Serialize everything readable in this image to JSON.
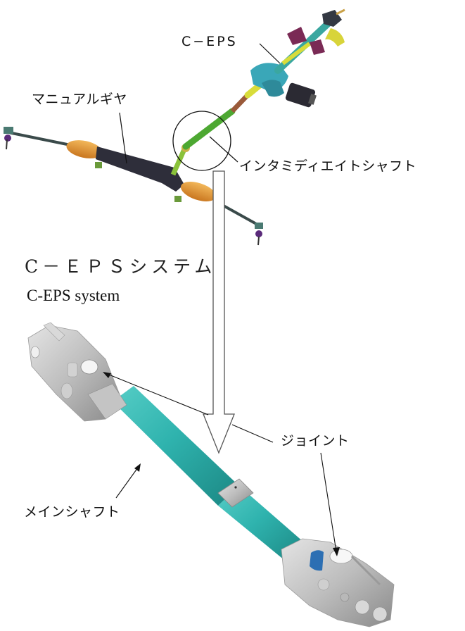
{
  "diagram": {
    "title_jp": "C－ＥＰＳシステム",
    "title_en": "C-EPS system",
    "labels": {
      "ceps": "C−EPS",
      "manual_gear": "マニュアルギヤ",
      "intermediate_shaft": "インタミディエイトシャフト",
      "joint": "ジョイント",
      "main_shaft": "メインシャフト"
    },
    "colors": {
      "shaft_teal": "#2fb3ae",
      "shaft_teal_dark": "#1f8c88",
      "metal": "#c8c8c8",
      "metal_dark": "#8e8e8e",
      "rack_dark": "#2e2e3a",
      "boot_orange": "#e59a3a",
      "column_yellow": "#d8dc3a",
      "column_green": "#5fb13a",
      "motor_cyan": "#3aa7b8",
      "bracket_purple": "#7a2a55",
      "joint_blue": "#2c6fb3"
    }
  }
}
